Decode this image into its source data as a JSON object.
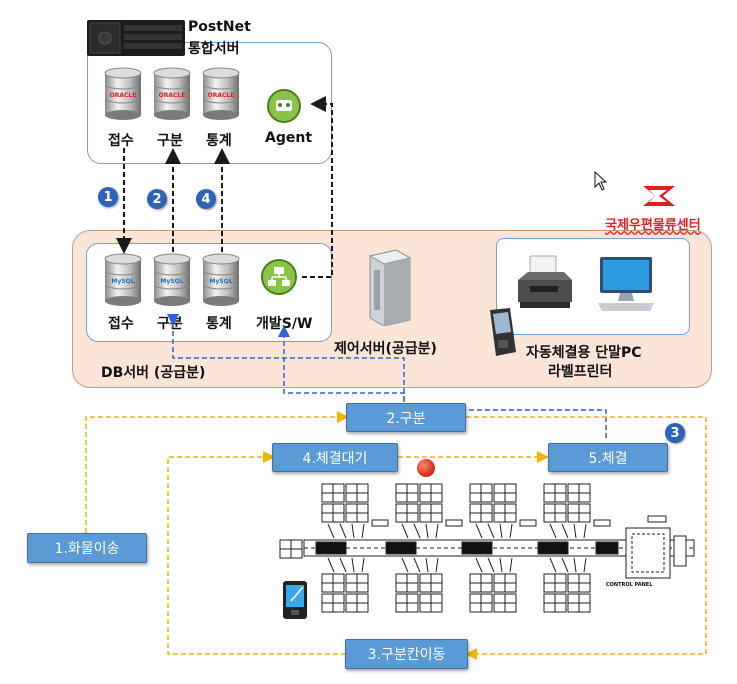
{
  "postnet": {
    "title_line1": "PostNet",
    "title_line2": "통합서버"
  },
  "server_dbs": [
    {
      "label": "접수",
      "brand": "ORACLE"
    },
    {
      "label": "구분",
      "brand": "ORACLE"
    },
    {
      "label": "통계",
      "brand": "ORACLE"
    }
  ],
  "agent": {
    "label": "Agent"
  },
  "steps": [
    "1",
    "2",
    "4"
  ],
  "center": {
    "name": "국제우편물류센터"
  },
  "db_server": {
    "label": "DB서버 (공급분)"
  },
  "local_dbs": [
    {
      "label": "접수",
      "brand": "MySQL"
    },
    {
      "label": "구분",
      "brand": "MySQL"
    },
    {
      "label": "통계",
      "brand": "MySQL"
    }
  ],
  "dev_sw": {
    "label": "개발S/W"
  },
  "control_server": {
    "label": "제어서버(공급분)"
  },
  "pc_printer": {
    "line1": "자동체결용 단말PC",
    "line2": "라벨프린터"
  },
  "flow": {
    "step2": "2.구분",
    "step4": "4.체결대기",
    "step5": "5.체결",
    "step1": "1.화물이송",
    "step3": "3.구분칸이동",
    "badge3": "3"
  },
  "sorter": {
    "panel_label": "CONTROL PANEL"
  },
  "colors": {
    "dashed_black": "#1a1a1a",
    "dashed_blue": "#2f63d8",
    "dashed_orange": "#f4b400",
    "box_fill": "#5b9bd5",
    "peach": "#fbe5d6",
    "accent_red": "#e02020"
  }
}
